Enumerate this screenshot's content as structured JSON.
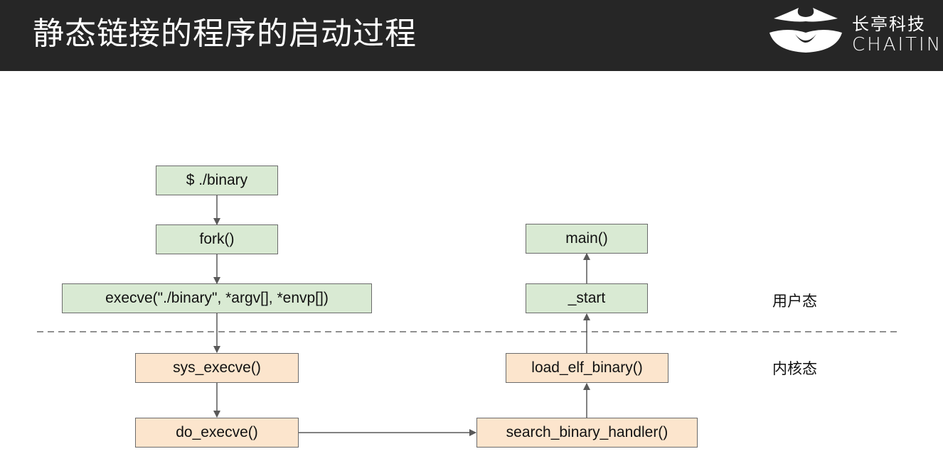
{
  "slide": {
    "title": "静态链接的程序的启动过程"
  },
  "logo": {
    "name_cn": "长亭科技",
    "name_en": "CHAITIN"
  },
  "diagram": {
    "nodes": {
      "binary": "$ ./binary",
      "fork": "fork()",
      "execve": "execve(\"./binary\", *argv[], *envp[])",
      "sys_execve": "sys_execve()",
      "do_execve": "do_execve()",
      "search_binary_handler": "search_binary_handler()",
      "load_elf_binary": "load_elf_binary()",
      "start": "_start",
      "main": "main()"
    },
    "zones": {
      "user_mode": "用户态",
      "kernel_mode": "内核态"
    }
  },
  "colors": {
    "header_bg": "#262626",
    "user_node_fill": "#d9ead3",
    "kernel_node_fill": "#fce5cd",
    "border": "#6b6b6b",
    "arrow": "#595959"
  }
}
